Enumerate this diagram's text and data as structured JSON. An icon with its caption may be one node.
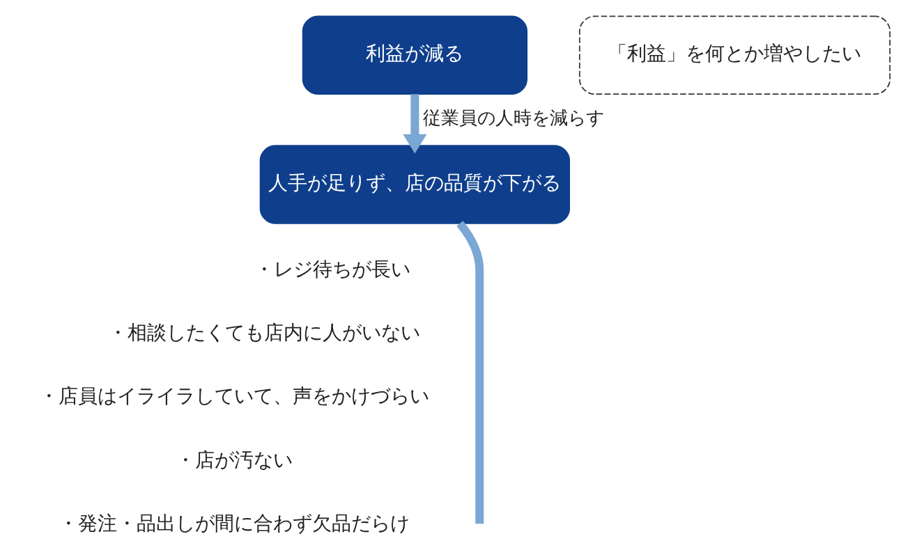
{
  "diagram": {
    "nodes": [
      {
        "text": [
          "利益が減る"
        ]
      },
      {
        "text": [
          "「利益」を何とか増やしたい"
        ]
      },
      {
        "text": [
          "人手が足りず、店の品質が下がる"
        ]
      }
    ],
    "edges": [
      {
        "from": 0,
        "to": 2,
        "arrow": "to",
        "label": "従業員の人時を減らす"
      },
      {
        "from": 2,
        "to": null,
        "arrow": "none"
      }
    ],
    "labels": [
      "・レジ待ちが長い",
      "・相談したくても店内に人がいない",
      "・店員はイライラしていて、声をかけづらい",
      "・店が汚ない",
      "・発注・品出しが間に合わず欠品だらけ"
    ]
  }
}
